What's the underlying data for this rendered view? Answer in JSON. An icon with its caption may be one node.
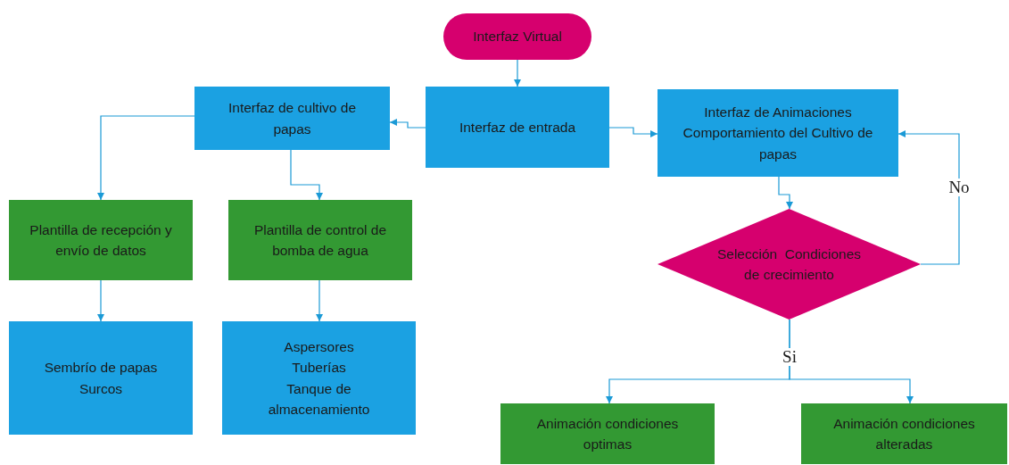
{
  "diagram": {
    "nodes": [
      {
        "text": [
          "Interfaz Virtual"
        ]
      },
      {
        "text": [
          "Interfaz de entrada"
        ]
      },
      {
        "text": [
          "Interfaz de cultivo de papas"
        ]
      },
      {
        "text": [
          "Interfaz de Animaciones Comportamiento del Cultivo de papas"
        ]
      },
      {
        "text": [
          "Plantilla de recepción y envío de datos"
        ]
      },
      {
        "text": [
          "Plantilla de control de bomba de agua"
        ]
      },
      {
        "text": [
          "Selección  Condiciones de crecimiento"
        ]
      },
      {
        "text": [
          "Sembrío de papas",
          "Surcos"
        ]
      },
      {
        "text": [
          "Aspersores",
          "Tuberías",
          "Tanque de almacenamiento"
        ]
      },
      {
        "text": [
          "Animación condiciones optimas"
        ]
      },
      {
        "text": [
          "Animación condiciones alteradas"
        ]
      }
    ],
    "edges": [
      {
        "from": 0,
        "to": 1,
        "arrow": "to"
      },
      {
        "from": 1,
        "to": 2,
        "arrow": "to"
      },
      {
        "from": 1,
        "to": 3,
        "arrow": "to"
      },
      {
        "from": 2,
        "to": 4,
        "arrow": "to"
      },
      {
        "from": 2,
        "to": 5,
        "arrow": "to"
      },
      {
        "from": 4,
        "to": 7,
        "arrow": "to"
      },
      {
        "from": 5,
        "to": 8,
        "arrow": "to"
      },
      {
        "from": 3,
        "to": 6,
        "arrow": "to"
      },
      {
        "from": 6,
        "to": 3,
        "arrow": "to",
        "label": "No"
      },
      {
        "from": 6,
        "to": 9,
        "arrow": "to",
        "label": "Si"
      },
      {
        "from": 6,
        "to": 10,
        "arrow": "to"
      }
    ]
  }
}
